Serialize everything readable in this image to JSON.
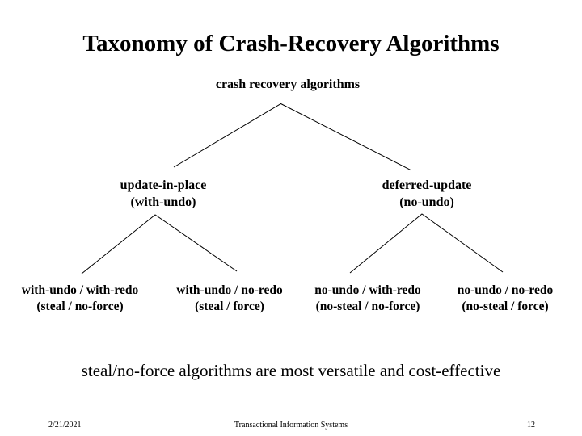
{
  "slide": {
    "title": "Taxonomy of Crash-Recovery Algorithms",
    "statement": "steal/no-force algorithms are most versatile and cost-effective",
    "footer": {
      "date": "2/21/2021",
      "course": "Transactional Information Systems",
      "page": "12"
    }
  },
  "tree": {
    "root": {
      "label": "crash recovery algorithms"
    },
    "level2": [
      {
        "line1": "update-in-place",
        "line2": "(with-undo)"
      },
      {
        "line1": "deferred-update",
        "line2": "(no-undo)"
      }
    ],
    "leaves": [
      {
        "line1": "with-undo / with-redo",
        "line2": "(steal / no-force)"
      },
      {
        "line1": "with-undo / no-redo",
        "line2": "(steal / force)"
      },
      {
        "line1": "no-undo / with-redo",
        "line2": "(no-steal / no-force)"
      },
      {
        "line1": "no-undo / no-redo",
        "line2": "(no-steal / force)"
      }
    ]
  },
  "colors": {
    "background": "#ffffff",
    "text": "#000000",
    "line": "#000000"
  }
}
